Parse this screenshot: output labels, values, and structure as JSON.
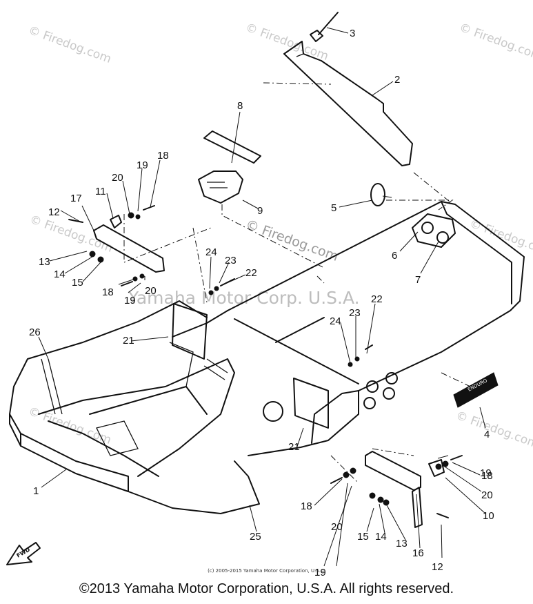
{
  "watermarks": {
    "corner": "© Firedog.com",
    "center": "© Firedog.com",
    "corp": "Yamaha Motor Corp. U.S.A."
  },
  "callouts": {
    "c1": "1",
    "c2": "2",
    "c3": "3",
    "c4": "4",
    "c5": "5",
    "c6": "6",
    "c7": "7",
    "c8": "8",
    "c9": "9",
    "c10": "10",
    "c11": "11",
    "c12": "12",
    "c13": "13",
    "c14": "14",
    "c15": "15",
    "c16": "16",
    "c17": "17",
    "c18": "18",
    "c19": "19",
    "c20": "20",
    "c21": "21",
    "c22": "22",
    "c23": "23",
    "c24": "24",
    "c25": "25",
    "c26": "26"
  },
  "fwd_label": "FWD",
  "decal_text": "ENDURO",
  "footer": {
    "small_credit": "(c) 2005-2015 Yamaha Motor Corporation, U.S.A.",
    "copyright": "©2013 Yamaha Motor Corporation, U.S.A. All rights reserved."
  }
}
